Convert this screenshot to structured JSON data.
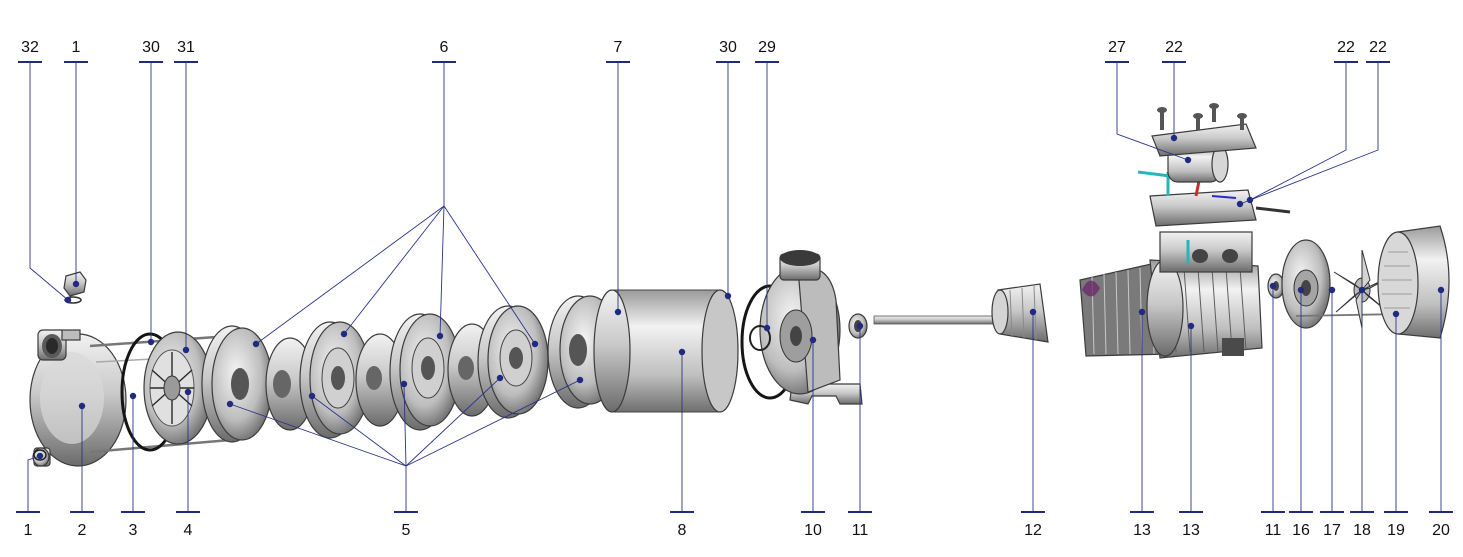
{
  "callouts_top": [
    "32",
    "1",
    "30",
    "31",
    "6",
    "7",
    "30",
    "29",
    "27",
    "22",
    "22",
    "22"
  ],
  "callouts_bottom": [
    "1",
    "2",
    "3",
    "4",
    "5",
    "8",
    "10",
    "11",
    "12",
    "13",
    "13",
    "11",
    "16",
    "17",
    "18",
    "19",
    "20"
  ],
  "colors": {
    "callout_line": "#1f2a78",
    "dot": "#1f2a80",
    "metal_light": "#e6e6e6",
    "metal_dark": "#4a4a4a"
  }
}
